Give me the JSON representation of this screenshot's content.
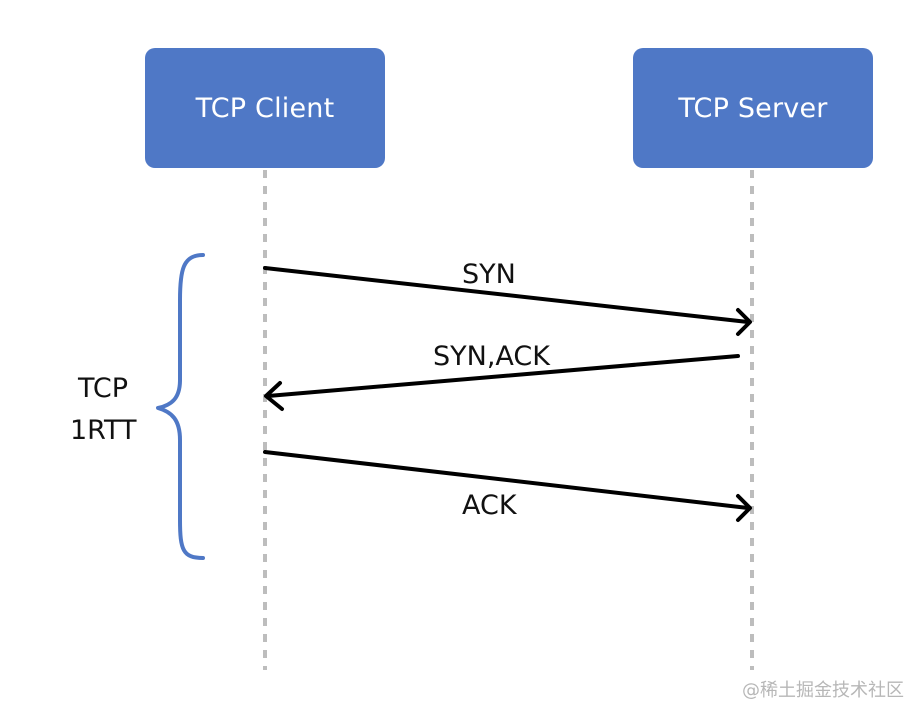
{
  "participants": {
    "client": "TCP Client",
    "server": "TCP Server"
  },
  "messages": [
    {
      "label": "SYN",
      "direction": "client-to-server"
    },
    {
      "label": "SYN,ACK",
      "direction": "server-to-client"
    },
    {
      "label": "ACK",
      "direction": "client-to-server"
    }
  ],
  "brace": {
    "line1": "TCP",
    "line2": "1RTT"
  },
  "watermark": "@稀土掘金技术社区",
  "colors": {
    "box": "#4f78c6",
    "brace": "#4f78c6",
    "lifeline": "#bdbdbd",
    "arrow": "#000000"
  }
}
